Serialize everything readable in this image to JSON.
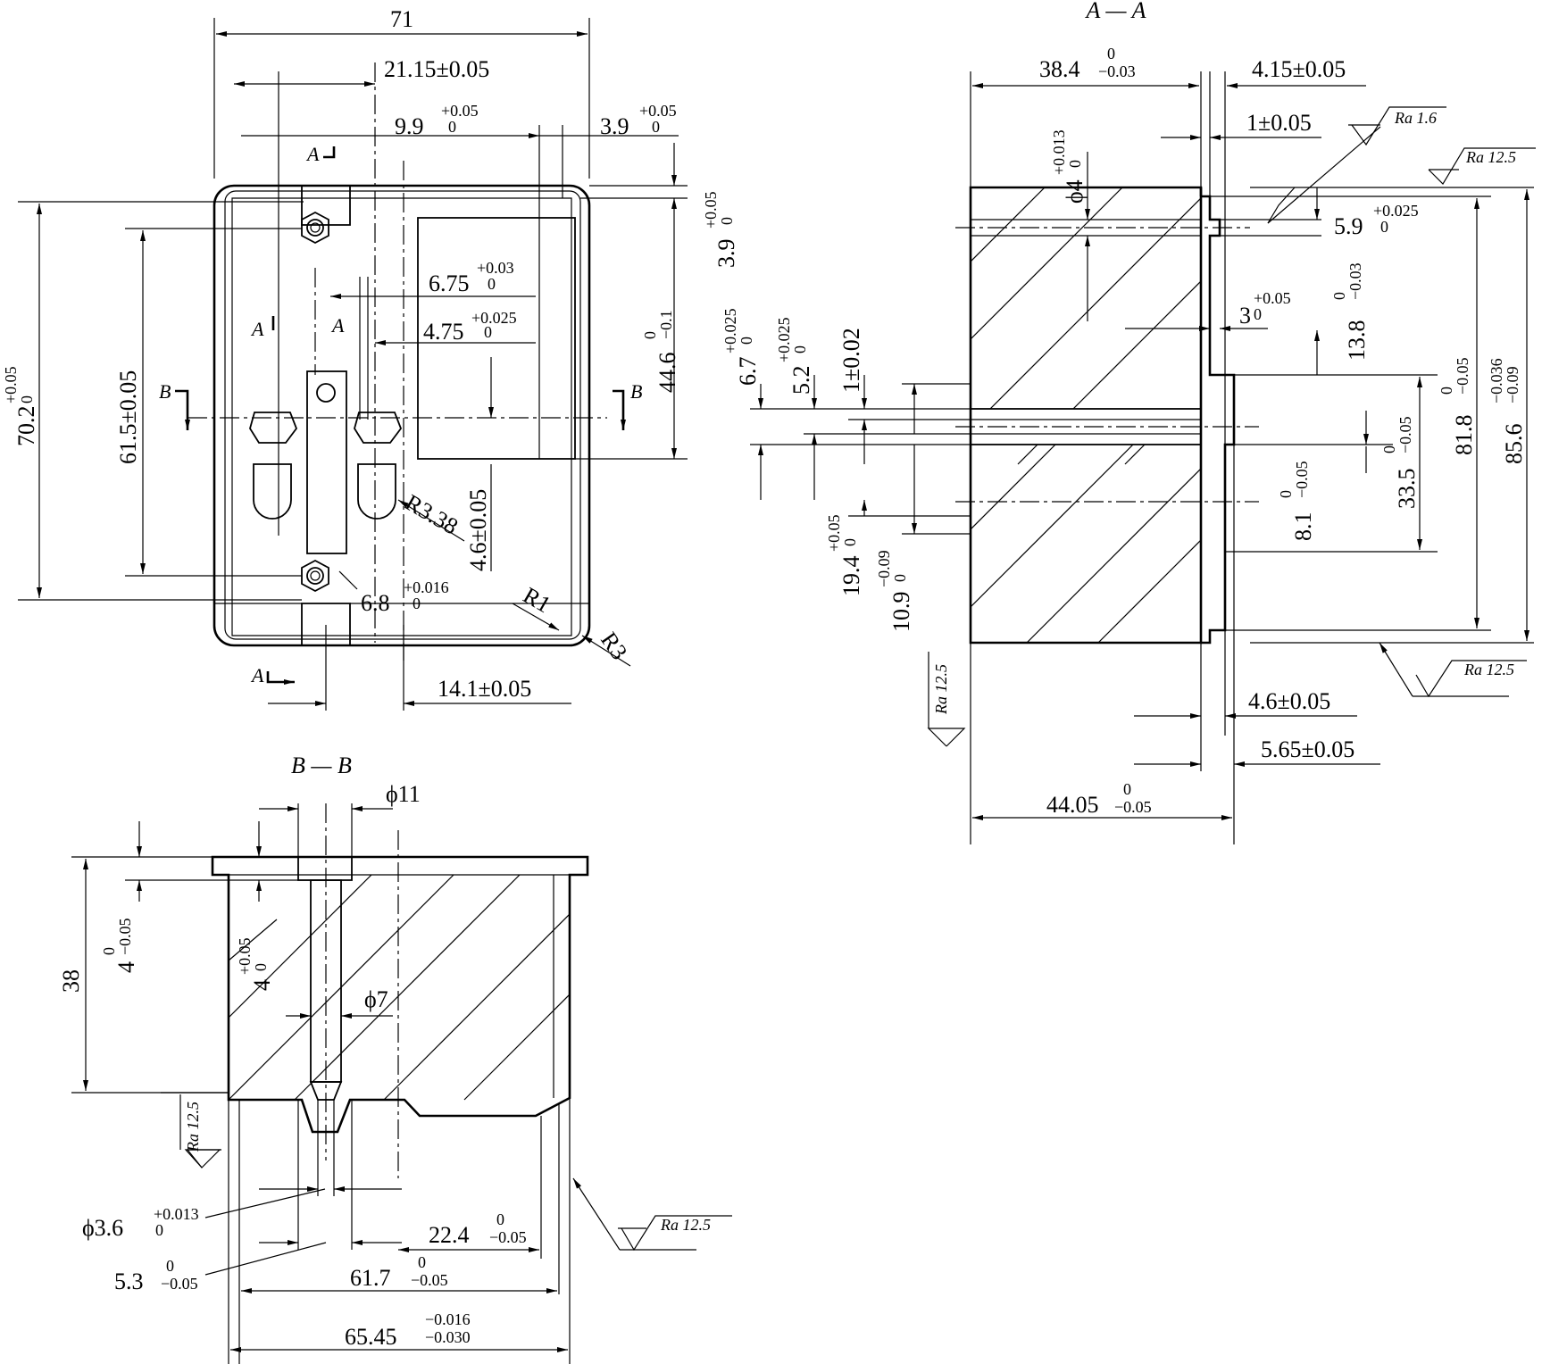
{
  "titles": {
    "section_aa": "A — A",
    "section_bb": "B — B"
  },
  "section_marks": {
    "a": "A",
    "b": "B"
  },
  "plan_view": {
    "width": {
      "value": "71"
    },
    "d1": {
      "value": "21.15",
      "sym": "±",
      "tol": "0.05"
    },
    "d2": {
      "value": "9.9",
      "upper": "+0.05",
      "lower": "0"
    },
    "d3": {
      "value": "3.9",
      "upper": "+0.05",
      "lower": "0"
    },
    "d4": {
      "value": "3.9",
      "upper": "+0.05",
      "lower": "0"
    },
    "d5": {
      "value": "6.75",
      "upper": "+0.03",
      "lower": "0"
    },
    "d6": {
      "value": "4.75",
      "upper": "+0.025",
      "lower": "0"
    },
    "d7": {
      "value": "44.6",
      "upper": "0",
      "lower": "−0.1"
    },
    "d8": {
      "value": "70.2",
      "upper": "+0.05",
      "lower": "0"
    },
    "d9": {
      "value": "61.5",
      "sym": "±",
      "tol": "0.05"
    },
    "d10": {
      "value": "4.6",
      "sym": "±",
      "tol": "0.05"
    },
    "d11": {
      "value": "R3.38"
    },
    "d12": {
      "value": "6.8",
      "upper": "+0.016",
      "lower": "0"
    },
    "d13": {
      "value": "R1"
    },
    "d14": {
      "value": "R3"
    },
    "d15": {
      "value": "14.1",
      "sym": "±",
      "tol": "0.05"
    }
  },
  "section_aa": {
    "d1": {
      "value": "38.4",
      "upper": "0",
      "lower": "−0.03"
    },
    "d2": {
      "value": "4.15",
      "sym": "±",
      "tol": "0.05"
    },
    "d3": {
      "value": "1",
      "sym": "±",
      "tol": "0.05"
    },
    "d4": {
      "value": "ϕ4",
      "upper": "+0.013",
      "lower": "0"
    },
    "d5": {
      "value": "5.9",
      "upper": "+0.025",
      "lower": "0"
    },
    "d6": {
      "value": "13.8",
      "upper": "0",
      "lower": "−0.03"
    },
    "d7": {
      "value": "3",
      "upper": "+0.05",
      "lower": "0"
    },
    "d8": {
      "value": "6.7",
      "upper": "+0.025",
      "lower": "0"
    },
    "d9": {
      "value": "5.2",
      "upper": "+0.025",
      "lower": "0"
    },
    "d10": {
      "value": "1",
      "sym": "±",
      "tol": "0.02"
    },
    "d11": {
      "value": "81.8",
      "upper": "0",
      "lower": "−0.05"
    },
    "d12": {
      "value": "85.6",
      "upper": "−0.036",
      "lower": "−0.09"
    },
    "d13": {
      "value": "33.5",
      "upper": "0",
      "lower": "−0.05"
    },
    "d14": {
      "value": "8.1",
      "upper": "0",
      "lower": "−0.05"
    },
    "d15": {
      "value": "19.4",
      "upper": "+0.05",
      "lower": "0"
    },
    "d16": {
      "value": "10.9",
      "upper": "−0.09",
      "lower": "0"
    },
    "d17": {
      "value": "4.6",
      "sym": "±",
      "tol": "0.05"
    },
    "d18": {
      "value": "5.65",
      "sym": "±",
      "tol": "0.05"
    },
    "d19": {
      "value": "44.05",
      "upper": "0",
      "lower": "−0.05"
    }
  },
  "section_bb": {
    "d1": {
      "value": "ϕ11"
    },
    "d2": {
      "value": "38"
    },
    "d3": {
      "value": "4",
      "upper": "0",
      "lower": "−0.05"
    },
    "d4": {
      "value": "4",
      "upper": "+0.05",
      "lower": "0"
    },
    "d5": {
      "value": "ϕ7"
    },
    "d6": {
      "value": "ϕ3.6",
      "upper": "+0.013",
      "lower": "0"
    },
    "d7": {
      "value": "5.3",
      "upper": "0",
      "lower": "−0.05"
    },
    "d8": {
      "value": "22.4",
      "upper": "0",
      "lower": "−0.05"
    },
    "d9": {
      "value": "61.7",
      "upper": "0",
      "lower": "−0.05"
    },
    "d10": {
      "value": "65.45",
      "upper": "−0.016",
      "lower": "−0.030"
    }
  },
  "roughness": {
    "r1": "Ra 1.6",
    "r2": "Ra 12.5",
    "r3": "Ra 12.5",
    "r4": "Ra 12.5",
    "r5": "Ra 12.5",
    "r6": "Ra 12.5"
  }
}
